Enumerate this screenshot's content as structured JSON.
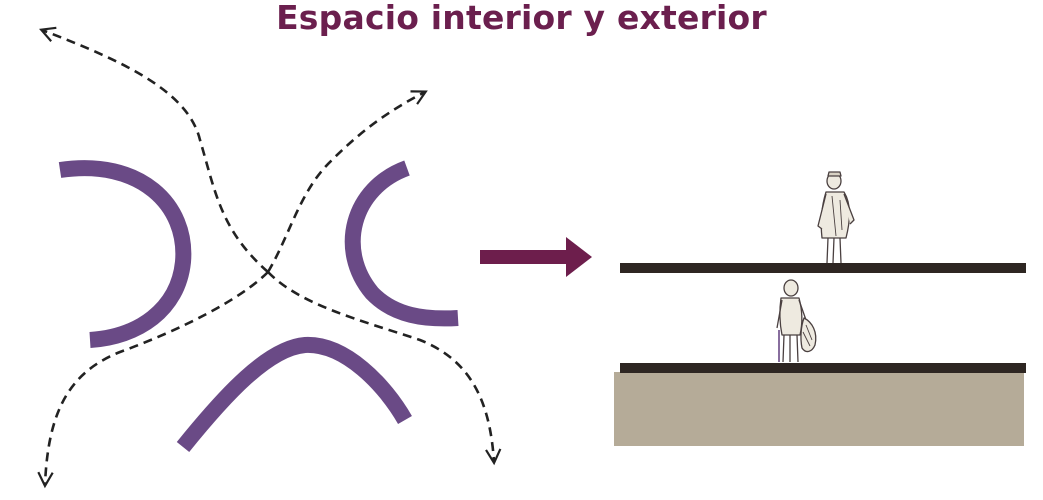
{
  "title": "Espacio interior y exterior",
  "colors": {
    "title": "#6b1f4e",
    "arcs": "#6a4a86",
    "arrow": "#6d1e4c",
    "paths": "#222222",
    "slab": "#2e2622",
    "ground": "#b5ab98"
  },
  "icons": {
    "figure_upper": "person-with-coat-figure",
    "figure_lower": "elderly-person-with-bag-figure"
  }
}
